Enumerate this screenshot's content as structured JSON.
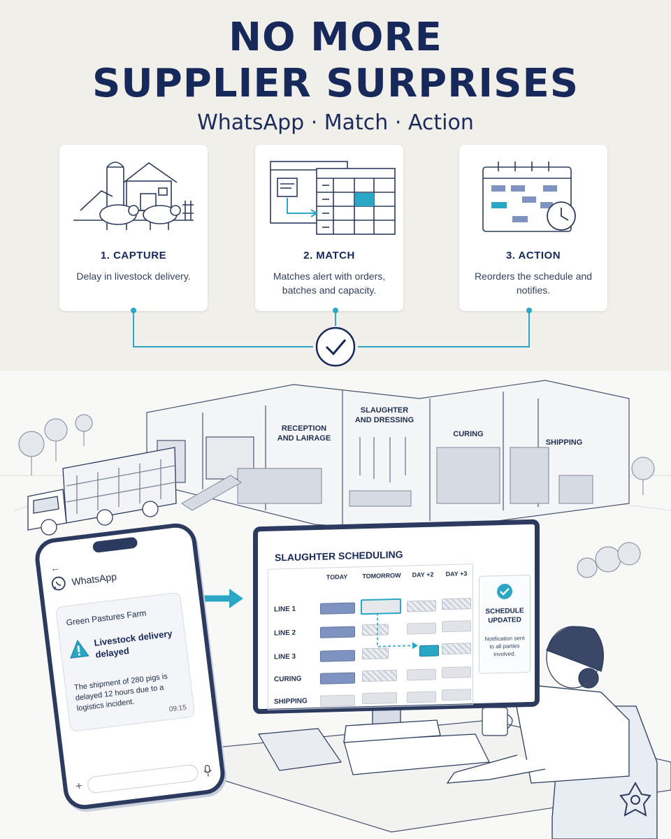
{
  "header": {
    "title_line1": "NO MORE",
    "title_line2": "SUPPLIER SURPRISES",
    "tagline": "WhatsApp · Match · Action"
  },
  "steps": [
    {
      "title": "1. CAPTURE",
      "desc": "Delay in livestock delivery.",
      "icon": "farm-icon"
    },
    {
      "title": "2. MATCH",
      "desc": "Matches alert with orders, batches and capacity.",
      "icon": "document-grid-icon"
    },
    {
      "title": "3. ACTION",
      "desc": "Reorders the schedule and notifies.",
      "icon": "calendar-clock-icon"
    }
  ],
  "facility": {
    "zones": [
      "RECEPTION AND LAIRAGE",
      "SLAUGHTER AND DRESSING",
      "CURING",
      "SHIPPING"
    ]
  },
  "phone": {
    "status_time": "",
    "app_name": "WhatsApp",
    "sender": "Green Pastures Farm",
    "alert_title": "Livestock delivery delayed",
    "message": "The shipment of 280 pigs is delayed 12 hours due to a logistics incident.",
    "time": "09:15"
  },
  "schedule": {
    "title": "SLAUGHTER SCHEDULING",
    "columns": [
      "TODAY",
      "TOMORROW",
      "DAY +2",
      "DAY +3"
    ],
    "rows": [
      "LINE 1",
      "LINE 2",
      "LINE 3",
      "CURING",
      "SHIPPING"
    ],
    "panel_title": "SCHEDULE UPDATED",
    "panel_note": "Notification sent to all parties involved."
  },
  "colors": {
    "navy": "#17285a",
    "accent": "#2aa7c4"
  }
}
